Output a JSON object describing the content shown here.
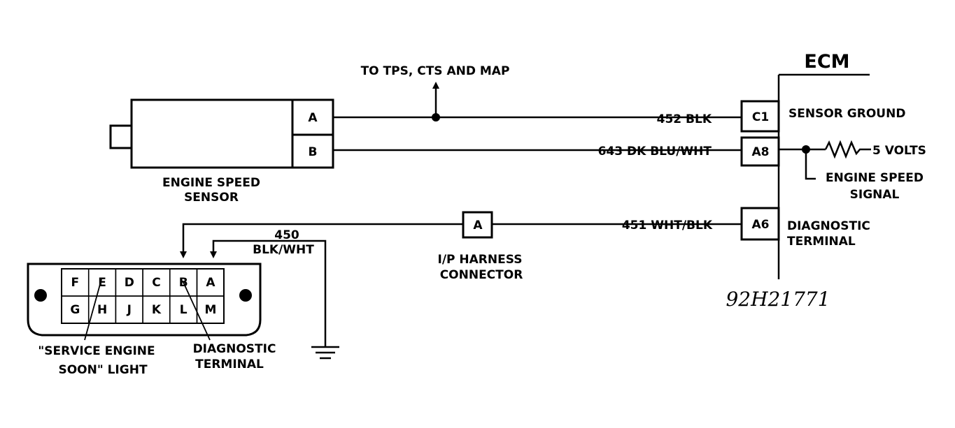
{
  "ecm": {
    "title": "ECM",
    "pins": [
      {
        "id": "C1",
        "wire": "452 BLK",
        "label": [
          "SENSOR GROUND"
        ]
      },
      {
        "id": "A8",
        "wire": "643 DK BLU/WHT",
        "label": [
          "ENGINE SPEED",
          "SIGNAL"
        ]
      },
      {
        "id": "A6",
        "wire": "451 WHT/BLK",
        "label": [
          "DIAGNOSTIC",
          "TERMINAL"
        ]
      }
    ],
    "supply": "5 VOLTS"
  },
  "sensor": {
    "label": [
      "ENGINE SPEED",
      "SENSOR"
    ],
    "pins": [
      "A",
      "B"
    ]
  },
  "splice_note": "TO TPS, CTS AND MAP",
  "ip_connector": {
    "pin": "A",
    "label": [
      "I/P HARNESS",
      "CONNECTOR"
    ]
  },
  "ground_wire": [
    "450",
    "BLK/WHT"
  ],
  "dlc": {
    "top_row": [
      "F",
      "E",
      "D",
      "C",
      "B",
      "A"
    ],
    "bottom_row": [
      "G",
      "H",
      "J",
      "K",
      "L",
      "M"
    ],
    "callouts": [
      [
        "\"SERVICE ENGINE",
        "SOON\" LIGHT"
      ],
      [
        "DIAGNOSTIC",
        "TERMINAL"
      ]
    ]
  },
  "figure_ref": "92H21771"
}
